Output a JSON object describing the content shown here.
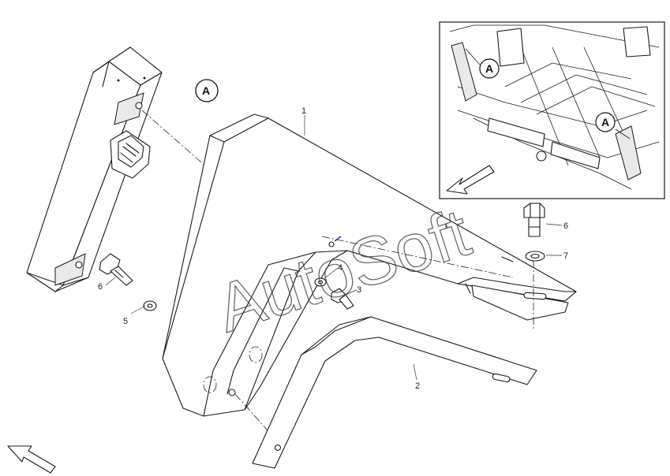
{
  "watermark": "AutoSoft",
  "view_marker": "A",
  "inset": {
    "markers": [
      "A",
      "A"
    ]
  },
  "callouts": {
    "p1": "1",
    "p2": "2",
    "p3": "3",
    "p4": "4",
    "p5": "5",
    "p6_left": "6",
    "p6_right": "6",
    "p7": "7"
  },
  "colors": {
    "line": "#1a1a1a",
    "watermark": "#444444",
    "accent_mark": "#2244cc"
  }
}
